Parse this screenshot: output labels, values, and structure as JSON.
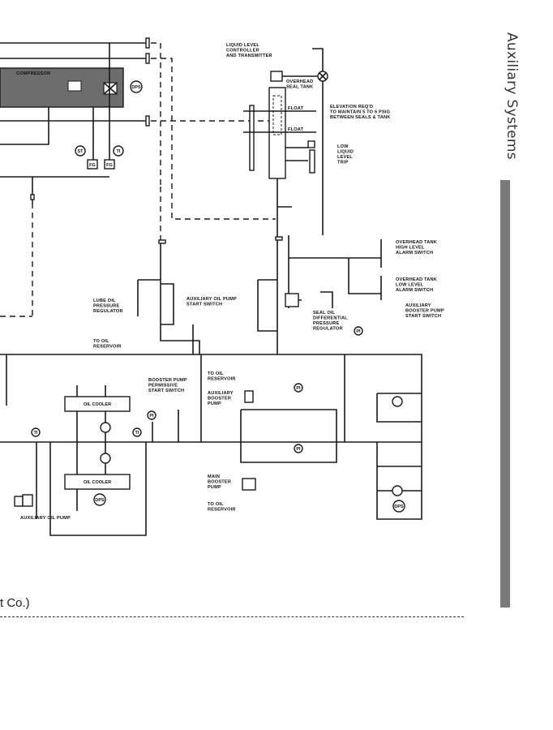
{
  "section_title": "Auxiliary Systems",
  "caption_fragment": "t Co.)",
  "colors": {
    "ink": "#1a1a1a",
    "side_bar": "#7a7a7a",
    "section_title": "#333333"
  },
  "diagram": {
    "labels": {
      "liquid_level_controller": [
        "LIQUID LEVEL",
        "CONTROLLER",
        "AND TRANSMITTER"
      ],
      "overhead_seal_tank": [
        "OVERHEAD",
        "SEAL TANK"
      ],
      "float_high": "FLOAT",
      "float_low": "FLOAT",
      "elevation_note": [
        "ELEVATION REQ'D",
        "TO MAINTAIN 5 TO 6 PSIG",
        "BETWEEN SEALS & TANK"
      ],
      "low_liquid_level_trip": [
        "LOW",
        "LIQUID",
        "LEVEL",
        "TRIP"
      ],
      "compressor": "COMPRESSOR",
      "high_level_alarm": [
        "OVERHEAD TANK",
        "HIGH LEVEL",
        "ALARM SWITCH"
      ],
      "low_level_alarm": [
        "OVERHEAD TANK",
        "LOW LEVEL",
        "ALARM SWITCH"
      ],
      "aux_booster_start": [
        "AUXILIARY",
        "BOOSTER PUMP",
        "START SWITCH"
      ],
      "lube_oil_regulator": [
        "LUBE OIL",
        "PRESSURE",
        "REGULATOR"
      ],
      "aux_oil_pump_start": [
        "AUXILIARY OIL PUMP",
        "START SWITCH"
      ],
      "seal_oil_regulator": [
        "SEAL OIL",
        "DIFFERENTIAL",
        "PRESSURE",
        "REGULATOR"
      ],
      "to_oil_reservoir_1": [
        "TO OIL",
        "RESERVOIR"
      ],
      "to_oil_reservoir_2": [
        "TO OIL",
        "RESERVOIR"
      ],
      "to_oil_reservoir_3": [
        "TO OIL",
        "RESERVOIR"
      ],
      "booster_permissive": [
        "BOOSTER PUMP",
        "PERMISSIVE",
        "START SWITCH"
      ],
      "aux_booster_pump": [
        "AUXILIARY",
        "BOOSTER",
        "PUMP"
      ],
      "main_booster_pump": [
        "MAIN",
        "BOOSTER",
        "PUMP"
      ],
      "oil_cooler_top": "OIL COOLER",
      "oil_cooler_bottom": "OIL COOLER",
      "aux_oil_pump": "AUXILIARY OIL PUMP"
    },
    "tags": {
      "dps": "DPS",
      "st": "ST",
      "ti": "TI",
      "fg": "FG",
      "pi": "PI"
    }
  }
}
